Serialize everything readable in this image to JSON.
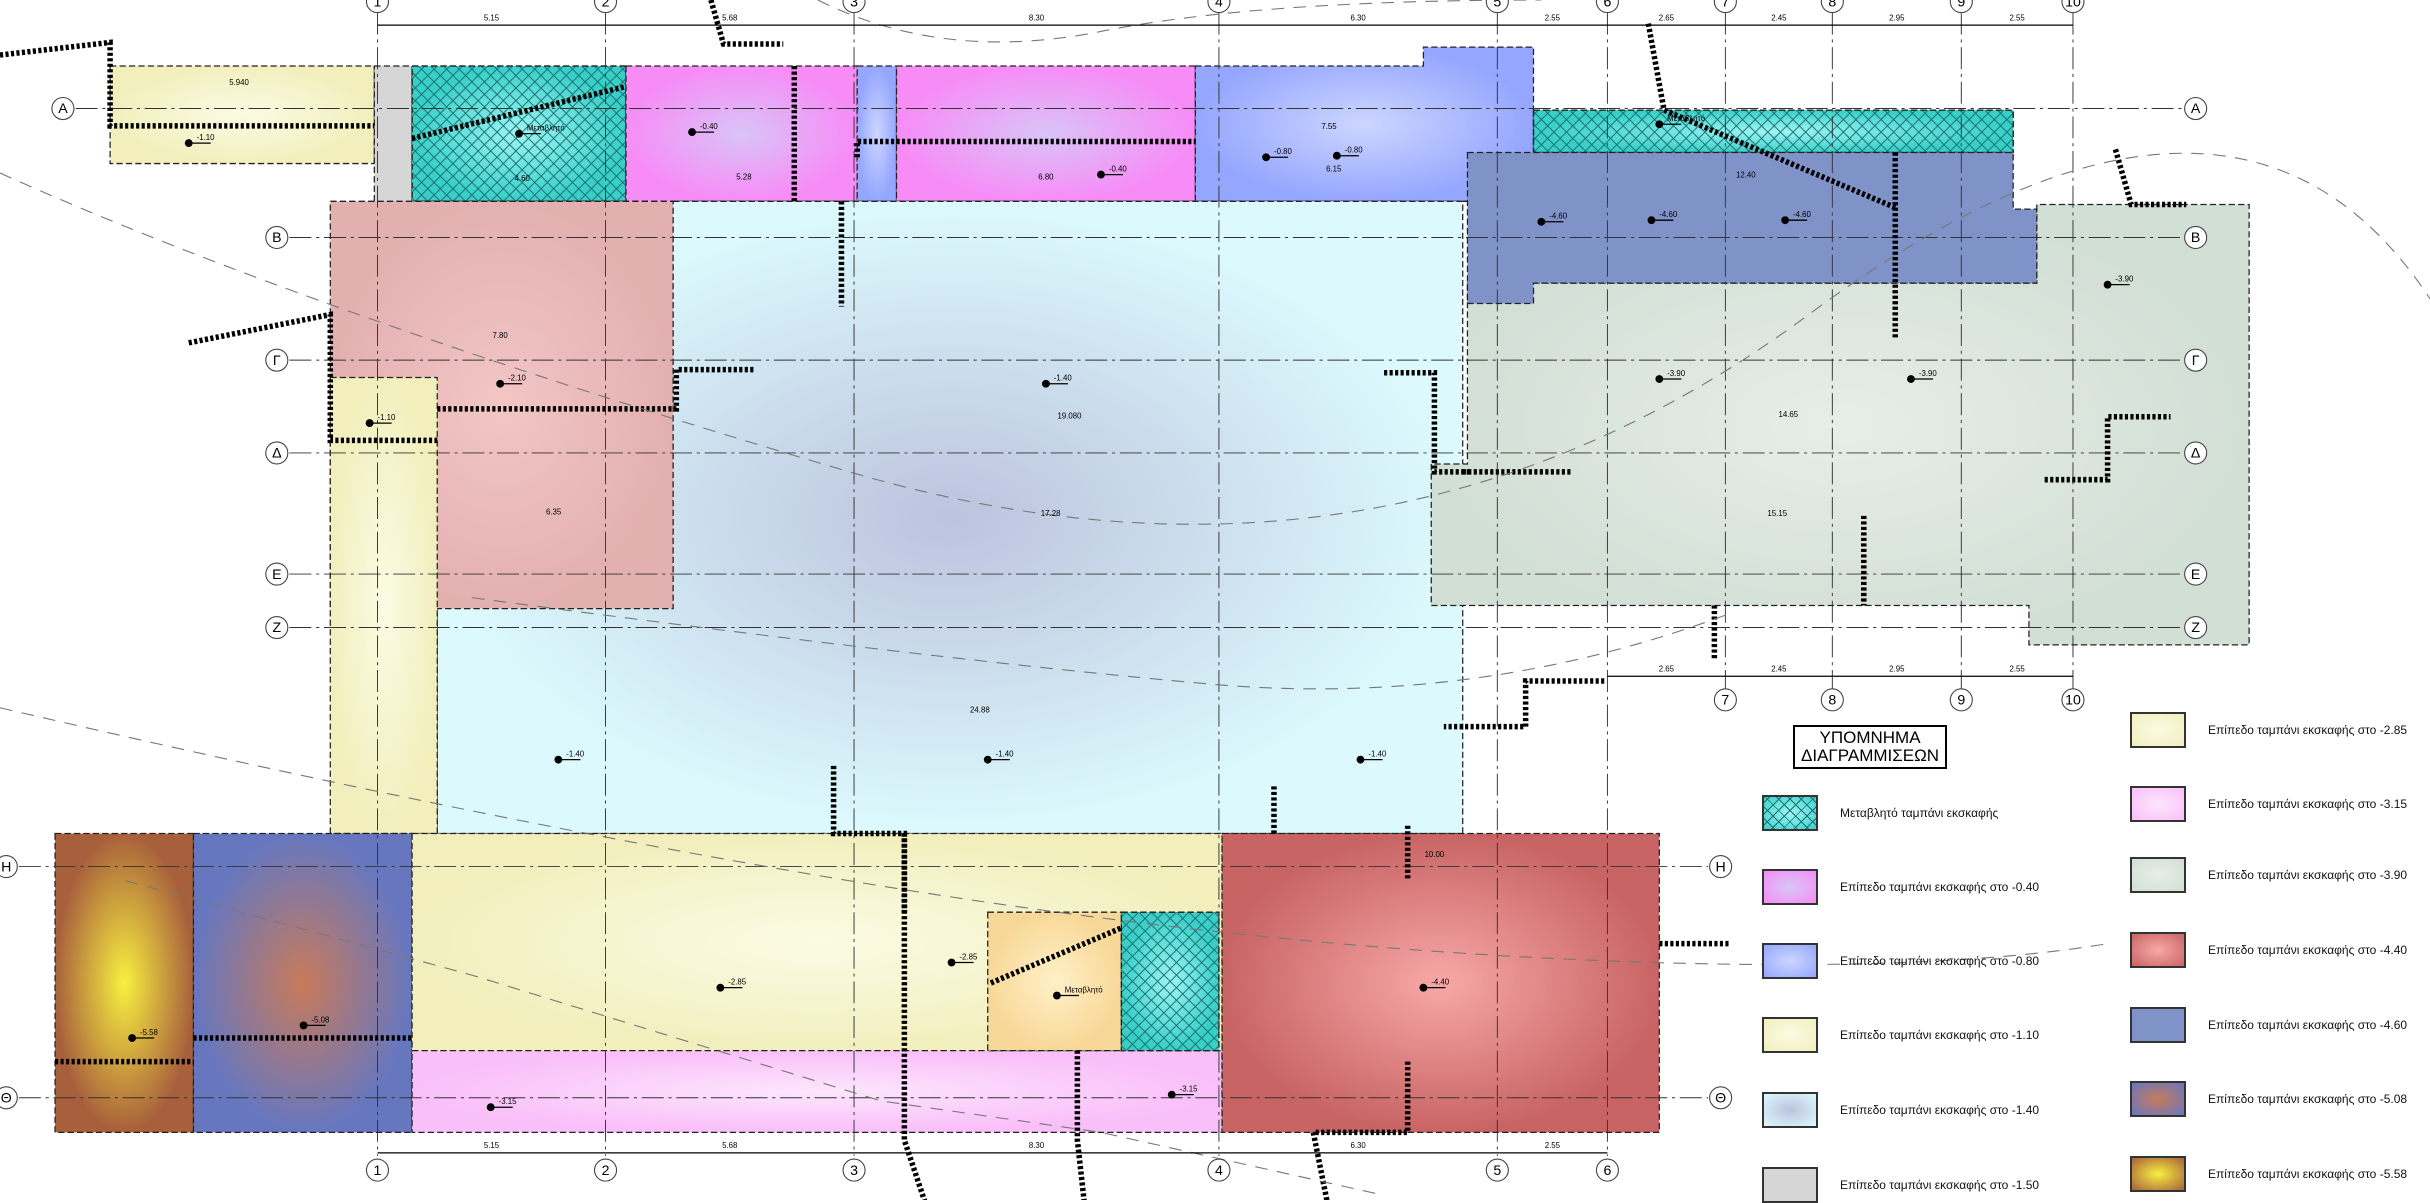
{
  "legend": {
    "title_line1": "ΥΠΟΜΝΗΜΑ",
    "title_line2": "ΔΙΑΓΡΑΜΜΙΣΕΩΝ",
    "items": [
      {
        "label": "Μεταβλητό ταμπάνι εκσκαφής",
        "color": "#3fd6d0",
        "pattern": "crosshatch"
      },
      {
        "label": "Επίπεδο ταμπάνι εκσκαφής στο -0.40",
        "color": "#f58af5"
      },
      {
        "label": "Επίπεδο ταμπάνι εκσκαφής στο -0.80",
        "color": "#9fb0ff"
      },
      {
        "label": "Επίπεδο ταμπάνι εκσκαφής στο -1.10",
        "color": "#f4f2c4"
      },
      {
        "label": "Επίπεδο ταμπάνι εκσκαφής στο -1.40",
        "color": "#cfe4f2"
      },
      {
        "label": "Επίπεδο ταμπάνι εκσκαφής στο -1.50",
        "color": "#d6d6d6"
      },
      {
        "label": "Επίπεδο ταμπάνι εκσκαφής στο -2.85",
        "color": "#f3f1c2"
      },
      {
        "label": "Επίπεδο ταμπάνι εκσκαφής στο -3.15",
        "color": "#fbc2fb"
      },
      {
        "label": "Επίπεδο ταμπάνι εκσκαφής στο -3.90",
        "color": "#d3e0d6"
      },
      {
        "label": "Επίπεδο ταμπάνι εκσκαφής στο -4.40",
        "color": "#d77d7d"
      },
      {
        "label": "Επίπεδο ταμπάνι εκσκαφής στο -4.60",
        "color": "#7f93c9"
      },
      {
        "label": "Επίπεδο ταμπάνι εκσκαφής στο -5.08",
        "color": "#6f7fc0"
      },
      {
        "label": "Επίπεδο ταμπάνι εκσκαφής στο -5.58",
        "color": "#b06a44"
      }
    ]
  },
  "grid": {
    "columns": [
      "1",
      "2",
      "3",
      "4",
      "5",
      "6",
      "7",
      "8",
      "9",
      "10"
    ],
    "rows": [
      "A",
      "B",
      "Γ",
      "Δ",
      "E",
      "Z",
      "H",
      "Θ"
    ],
    "top_dims": [
      "5.15",
      "5.68",
      "8.30",
      "6.30",
      "2.55",
      "2.65",
      "2.45",
      "2.95",
      "2.55"
    ],
    "bottom_dims": [
      "5.15",
      "5.68",
      "8.30",
      "6.30",
      "2.55"
    ],
    "mid_dims": [
      "2.65",
      "2.45",
      "2.95",
      "2.55"
    ]
  },
  "levels": [
    "-1.10",
    "-0.40",
    "-0.40",
    "-0.80",
    "-0.80",
    "Μεταβλητό",
    "Μεταβλητό",
    "-4.60",
    "-4.60",
    "-4.60",
    "-2.10",
    "-1.40",
    "-1.40",
    "-1.40",
    "-1.40",
    "-3.90",
    "-3.90",
    "-3.90",
    "-5.58",
    "-5.08",
    "-2.85",
    "-2.85",
    "-4.40",
    "-3.15",
    "-3.15",
    "-1.10",
    "Μεταβλητό"
  ],
  "dims_inner": [
    "5.940",
    "6.15",
    "7.55",
    "12.40",
    "19.080",
    "17.28",
    "24.88",
    "14.65",
    "15.15",
    "10.00",
    "6.35",
    "7.80",
    "5.28",
    "6.80",
    "4.60"
  ]
}
